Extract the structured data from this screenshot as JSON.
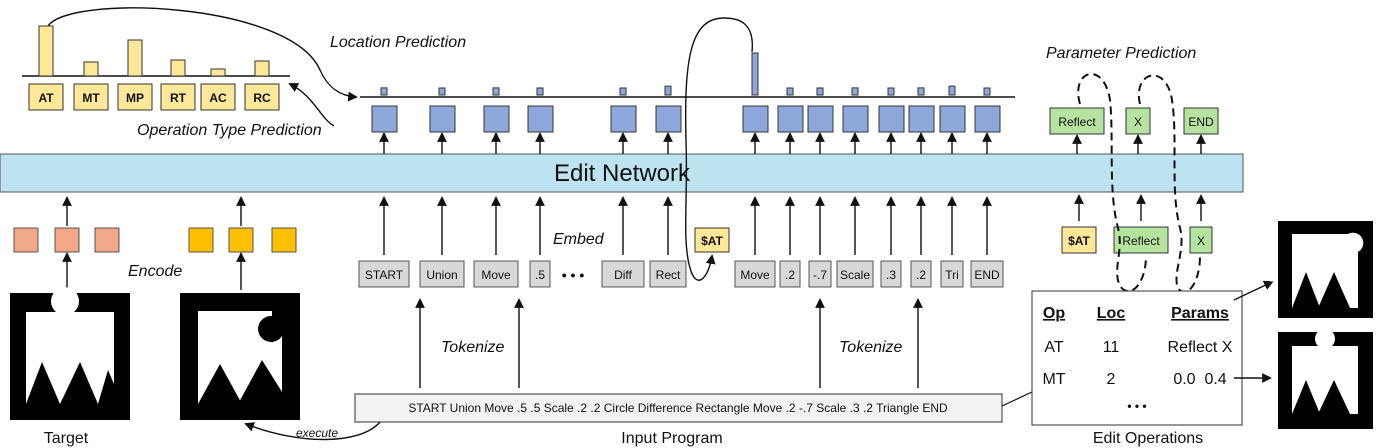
{
  "network": {
    "label": "Edit Network"
  },
  "ops": [
    {
      "label": "AT",
      "prob": 1.0
    },
    {
      "label": "MT",
      "prob": 0.28
    },
    {
      "label": "MP",
      "prob": 0.72
    },
    {
      "label": "RT",
      "prob": 0.32
    },
    {
      "label": "AC",
      "prob": 0.14
    },
    {
      "label": "RC",
      "prob": 0.3
    }
  ],
  "loc_probs": [
    0.17,
    0.08,
    0.17,
    0.08,
    0.08,
    0.21,
    1.0,
    0.08,
    0.08,
    0.17,
    0.08,
    0.17,
    0.21,
    0.08
  ],
  "tokens": [
    "START",
    "Union",
    "Move",
    ".5",
    "Diff",
    "Rect",
    "Move",
    ".2",
    "-.7",
    "Scale",
    ".3",
    ".2",
    "Tri",
    "END"
  ],
  "ellipsis": "• • •",
  "at_token": "$AT",
  "params_out": [
    "Reflect",
    "X",
    "END"
  ],
  "params_in": [
    "$AT",
    "Reflect",
    "X"
  ],
  "labels": {
    "location_prediction": "Location Prediction",
    "operation_type_prediction": "Operation Type Prediction",
    "parameter_prediction": "Parameter Prediction",
    "encode": "Encode",
    "embed": "Embed",
    "tokenize_left": "Tokenize",
    "tokenize_right": "Tokenize",
    "execute": "execute"
  },
  "program": "START Union Move .5 .5 Scale .2 .2 Circle Difference Rectangle Move .2 -.7 Scale .3 .2 Triangle END",
  "captions": {
    "target": "Target",
    "input_program": "Input Program",
    "edit_operations": "Edit Operations"
  },
  "edit_table": {
    "headers": [
      "Op",
      "Loc",
      "Params"
    ],
    "rows": [
      {
        "op": "AT",
        "loc": "11",
        "params": "Reflect X"
      },
      {
        "op": "MT",
        "loc": "2",
        "params": "0.0  0.4"
      }
    ],
    "more": "• • •"
  },
  "colors": {
    "op_fill": "#fde89a",
    "loc_fill": "#8ea8dc",
    "network_fill": "#bde3f1",
    "token_fill": "#d8d8d8",
    "param_fill": "#b6e4a0",
    "enc_target_fill": "#f2a888",
    "enc_current_fill": "#fcc000"
  }
}
